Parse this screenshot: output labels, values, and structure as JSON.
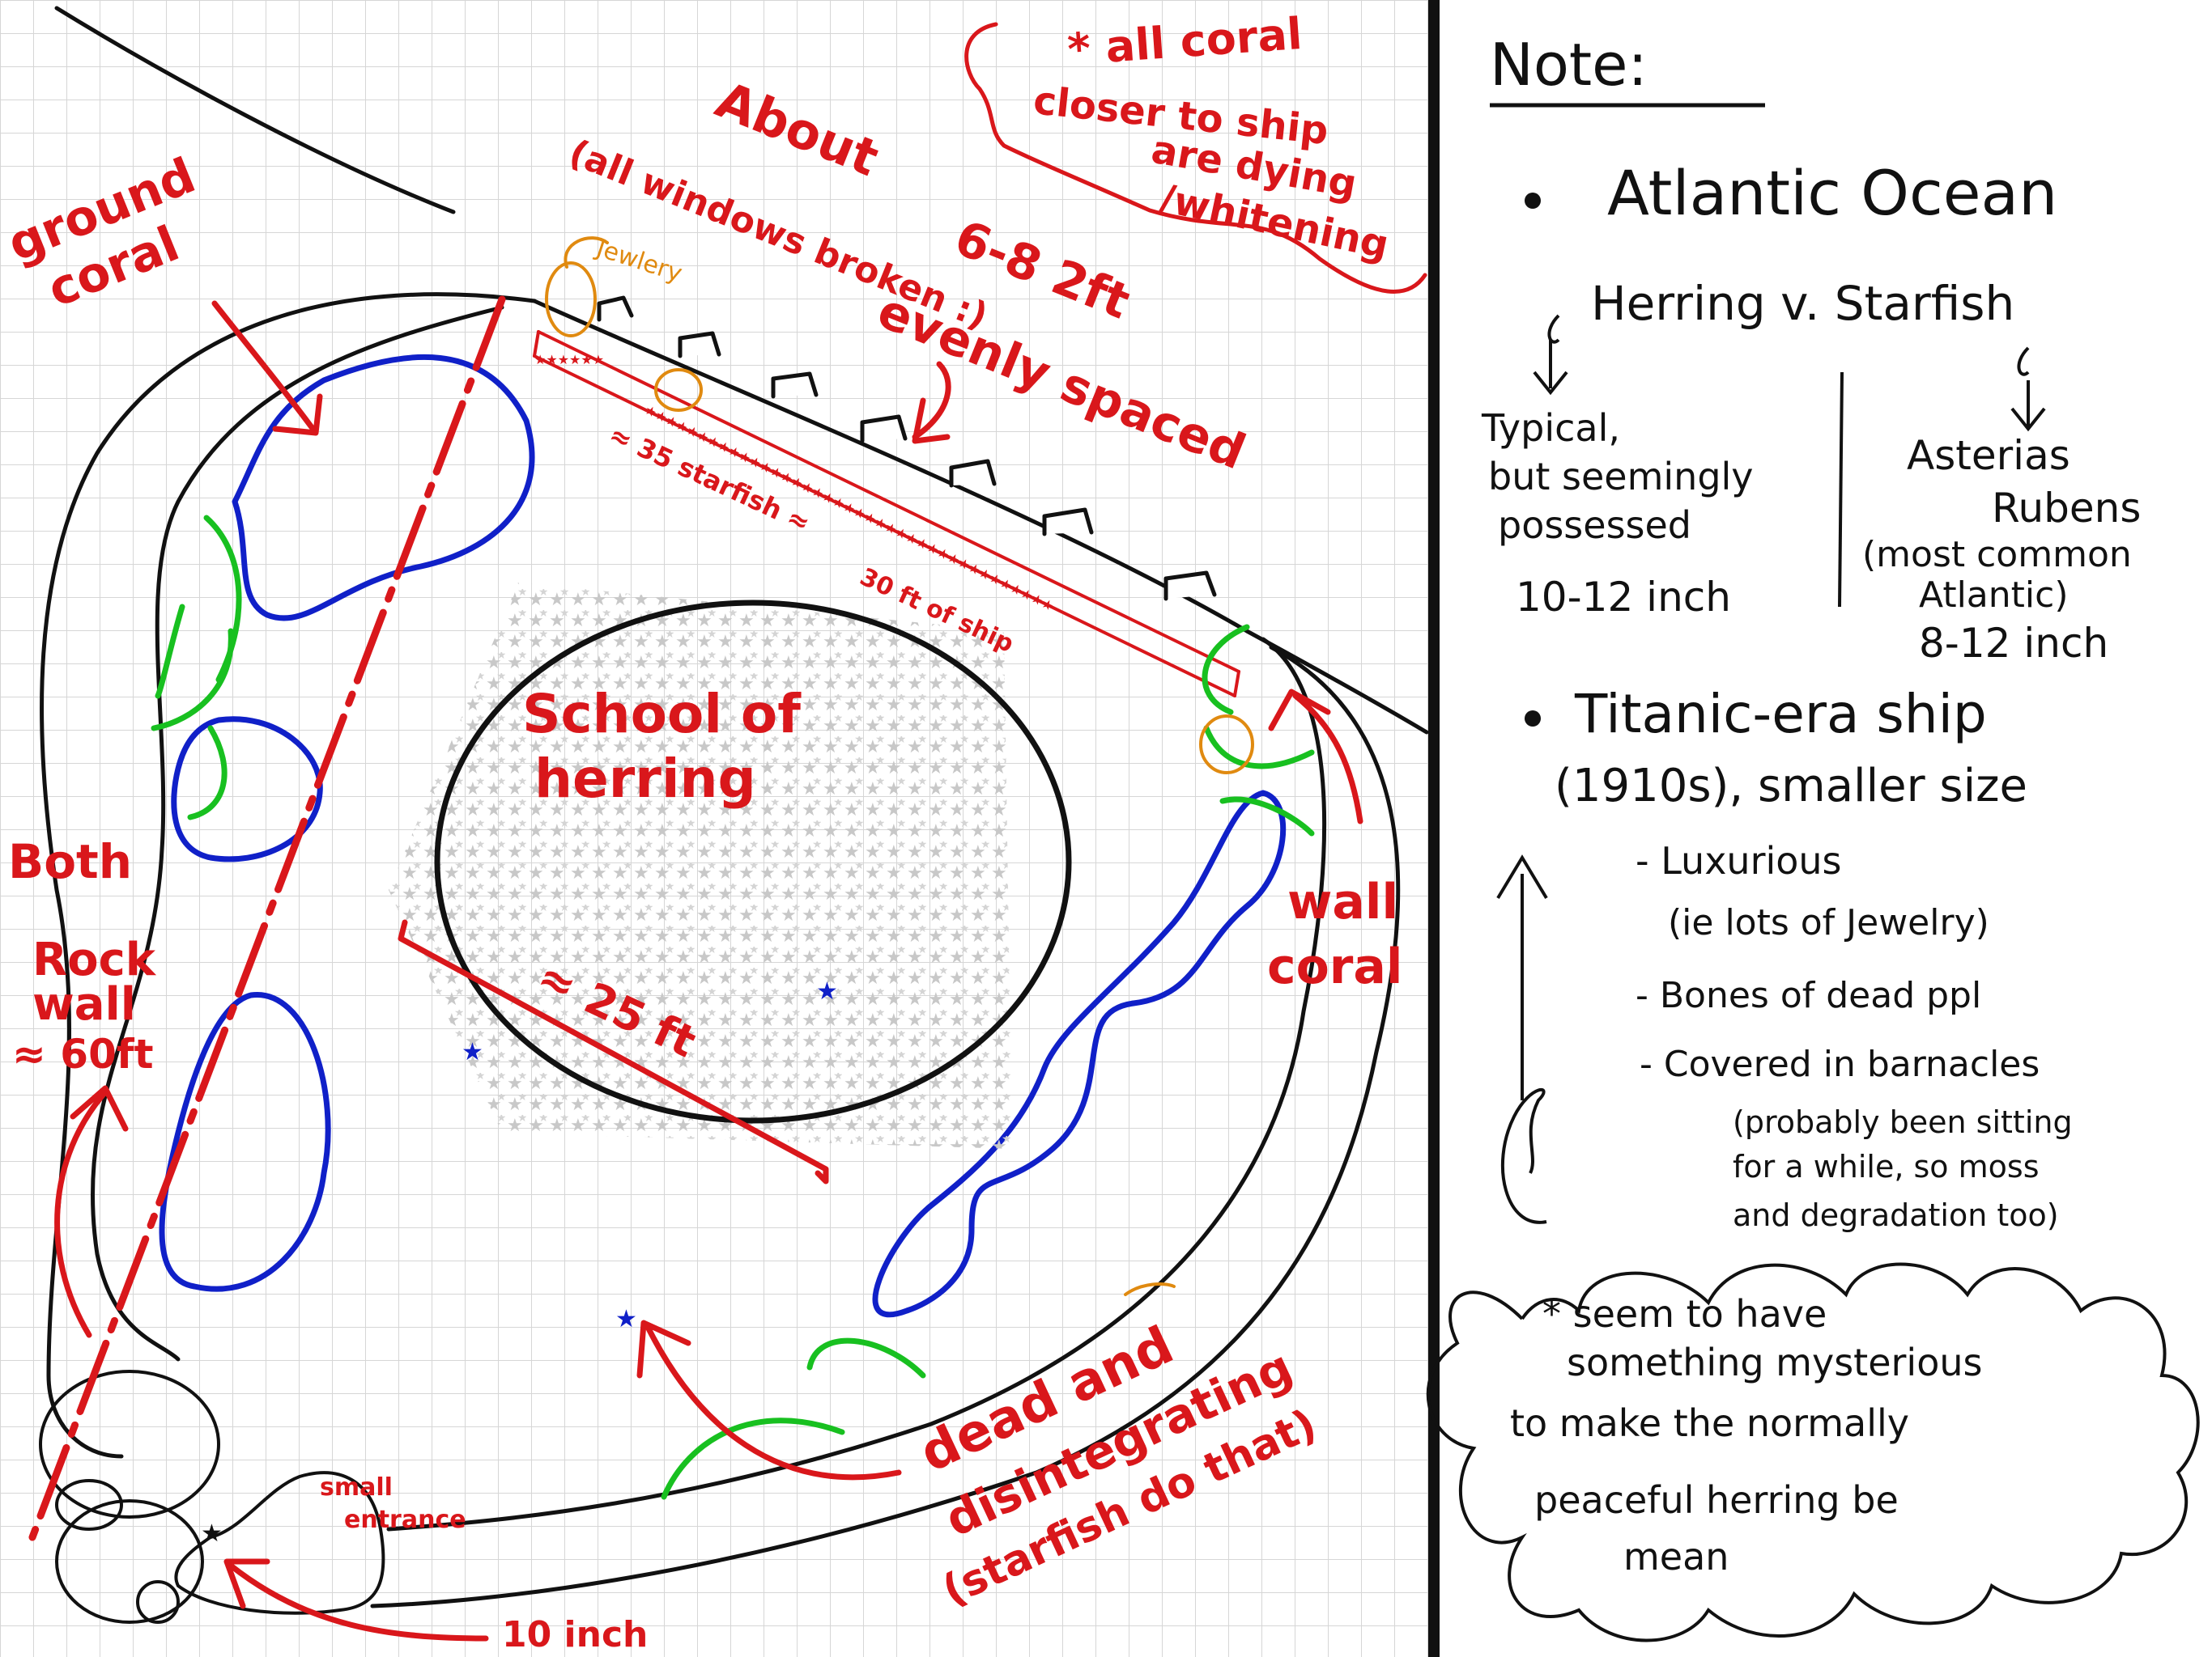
{
  "colors": {
    "coral_red": "#d9171b",
    "outline_black": "#111111",
    "rock_blue": "#1020c8",
    "arch_green": "#18c020",
    "jewelry_orange": "#e08a10",
    "grid_line": "#d6d6d6",
    "herring_grey": "#c8c8c8"
  },
  "map": {
    "ground_coral": [
      "ground",
      "coral"
    ],
    "about": "About",
    "windows": [
      "(all windows broken :)",
      "6-8 2ft",
      "evenly spaced"
    ],
    "all_coral_note": [
      "* all coral",
      "closer to ship",
      "are dying",
      "/whitening"
    ],
    "jewelry": "Jewlery",
    "starfish_count": "≈ 35 starfish ≈",
    "ship_length": "30 ft of ship",
    "school": [
      "School of",
      "herring"
    ],
    "school_size": "≈ 25 ft",
    "rock_wall": [
      "Both",
      "Rock",
      "wall",
      "≈ 60ft"
    ],
    "wall_coral": [
      "wall",
      "coral"
    ],
    "dead": [
      "dead and",
      "disintegrating",
      "(starfish do that)"
    ],
    "small_entrance": [
      "small",
      "entrance"
    ],
    "entrance_size": "10 inch"
  },
  "notes": {
    "heading": "Note:",
    "bullet1": "Atlantic Ocean",
    "vs_line": "Herring v. Starfish",
    "herring_desc": [
      "Typical,",
      "but seemingly",
      "possessed",
      "10-12 inch"
    ],
    "starfish_desc": [
      "Asterias",
      "Rubens",
      "(most common",
      "Atlantic)",
      "8-12 inch"
    ],
    "bullet2": [
      "Titanic-era ship",
      "(1910s), smaller size"
    ],
    "details": [
      "- Luxurious",
      "(ie lots of Jewelry)",
      "- Bones of dead ppl",
      "- Covered in barnacles",
      "(probably been sitting",
      "for a while, so moss",
      "and degradation too)"
    ],
    "cloud": [
      "* seem to have",
      "something mysterious",
      "to make the normally",
      "peaceful herring be",
      "mean"
    ]
  }
}
